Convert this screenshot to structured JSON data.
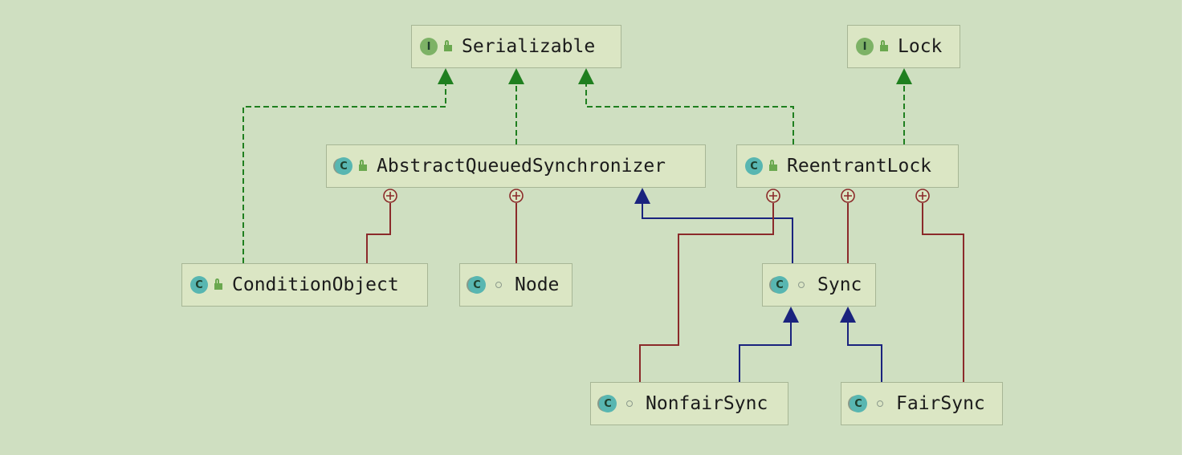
{
  "diagram": {
    "nodes": {
      "serializable": {
        "label": "Serializable",
        "kind": "interface",
        "visibility": "public"
      },
      "lock": {
        "label": "Lock",
        "kind": "interface",
        "visibility": "public"
      },
      "aqs": {
        "label": "AbstractQueuedSynchronizer",
        "kind": "abstract-class",
        "visibility": "public"
      },
      "reentrantlock": {
        "label": "ReentrantLock",
        "kind": "class",
        "visibility": "public"
      },
      "conditionobject": {
        "label": "ConditionObject",
        "kind": "class",
        "visibility": "public"
      },
      "node": {
        "label": "Node",
        "kind": "class",
        "visibility": "package-private"
      },
      "sync": {
        "label": "Sync",
        "kind": "abstract-class",
        "visibility": "package-private"
      },
      "nonfairsync": {
        "label": "NonfairSync",
        "kind": "class",
        "visibility": "package-private"
      },
      "fairsync": {
        "label": "FairSync",
        "kind": "class",
        "visibility": "package-private"
      }
    },
    "badges": {
      "interface": "I",
      "class": "C"
    },
    "edges": [
      {
        "from": "conditionobject",
        "to": "serializable",
        "type": "implements"
      },
      {
        "from": "aqs",
        "to": "serializable",
        "type": "implements"
      },
      {
        "from": "reentrantlock",
        "to": "serializable",
        "type": "implements"
      },
      {
        "from": "reentrantlock",
        "to": "lock",
        "type": "implements"
      },
      {
        "from": "conditionobject",
        "to": "aqs",
        "type": "inner-class"
      },
      {
        "from": "node",
        "to": "aqs",
        "type": "inner-class"
      },
      {
        "from": "sync",
        "to": "aqs",
        "type": "extends"
      },
      {
        "from": "nonfairsync",
        "to": "reentrantlock",
        "type": "inner-class"
      },
      {
        "from": "sync",
        "to": "reentrantlock",
        "type": "inner-class"
      },
      {
        "from": "fairsync",
        "to": "reentrantlock",
        "type": "inner-class"
      },
      {
        "from": "nonfairsync",
        "to": "sync",
        "type": "extends"
      },
      {
        "from": "fairsync",
        "to": "sync",
        "type": "extends"
      }
    ],
    "colors": {
      "background": "#cfdfc1",
      "node_fill": "#dbe6c4",
      "implements": "#1f7f1f",
      "extends": "#1a237e",
      "inner_class": "#8b2a2a"
    }
  }
}
